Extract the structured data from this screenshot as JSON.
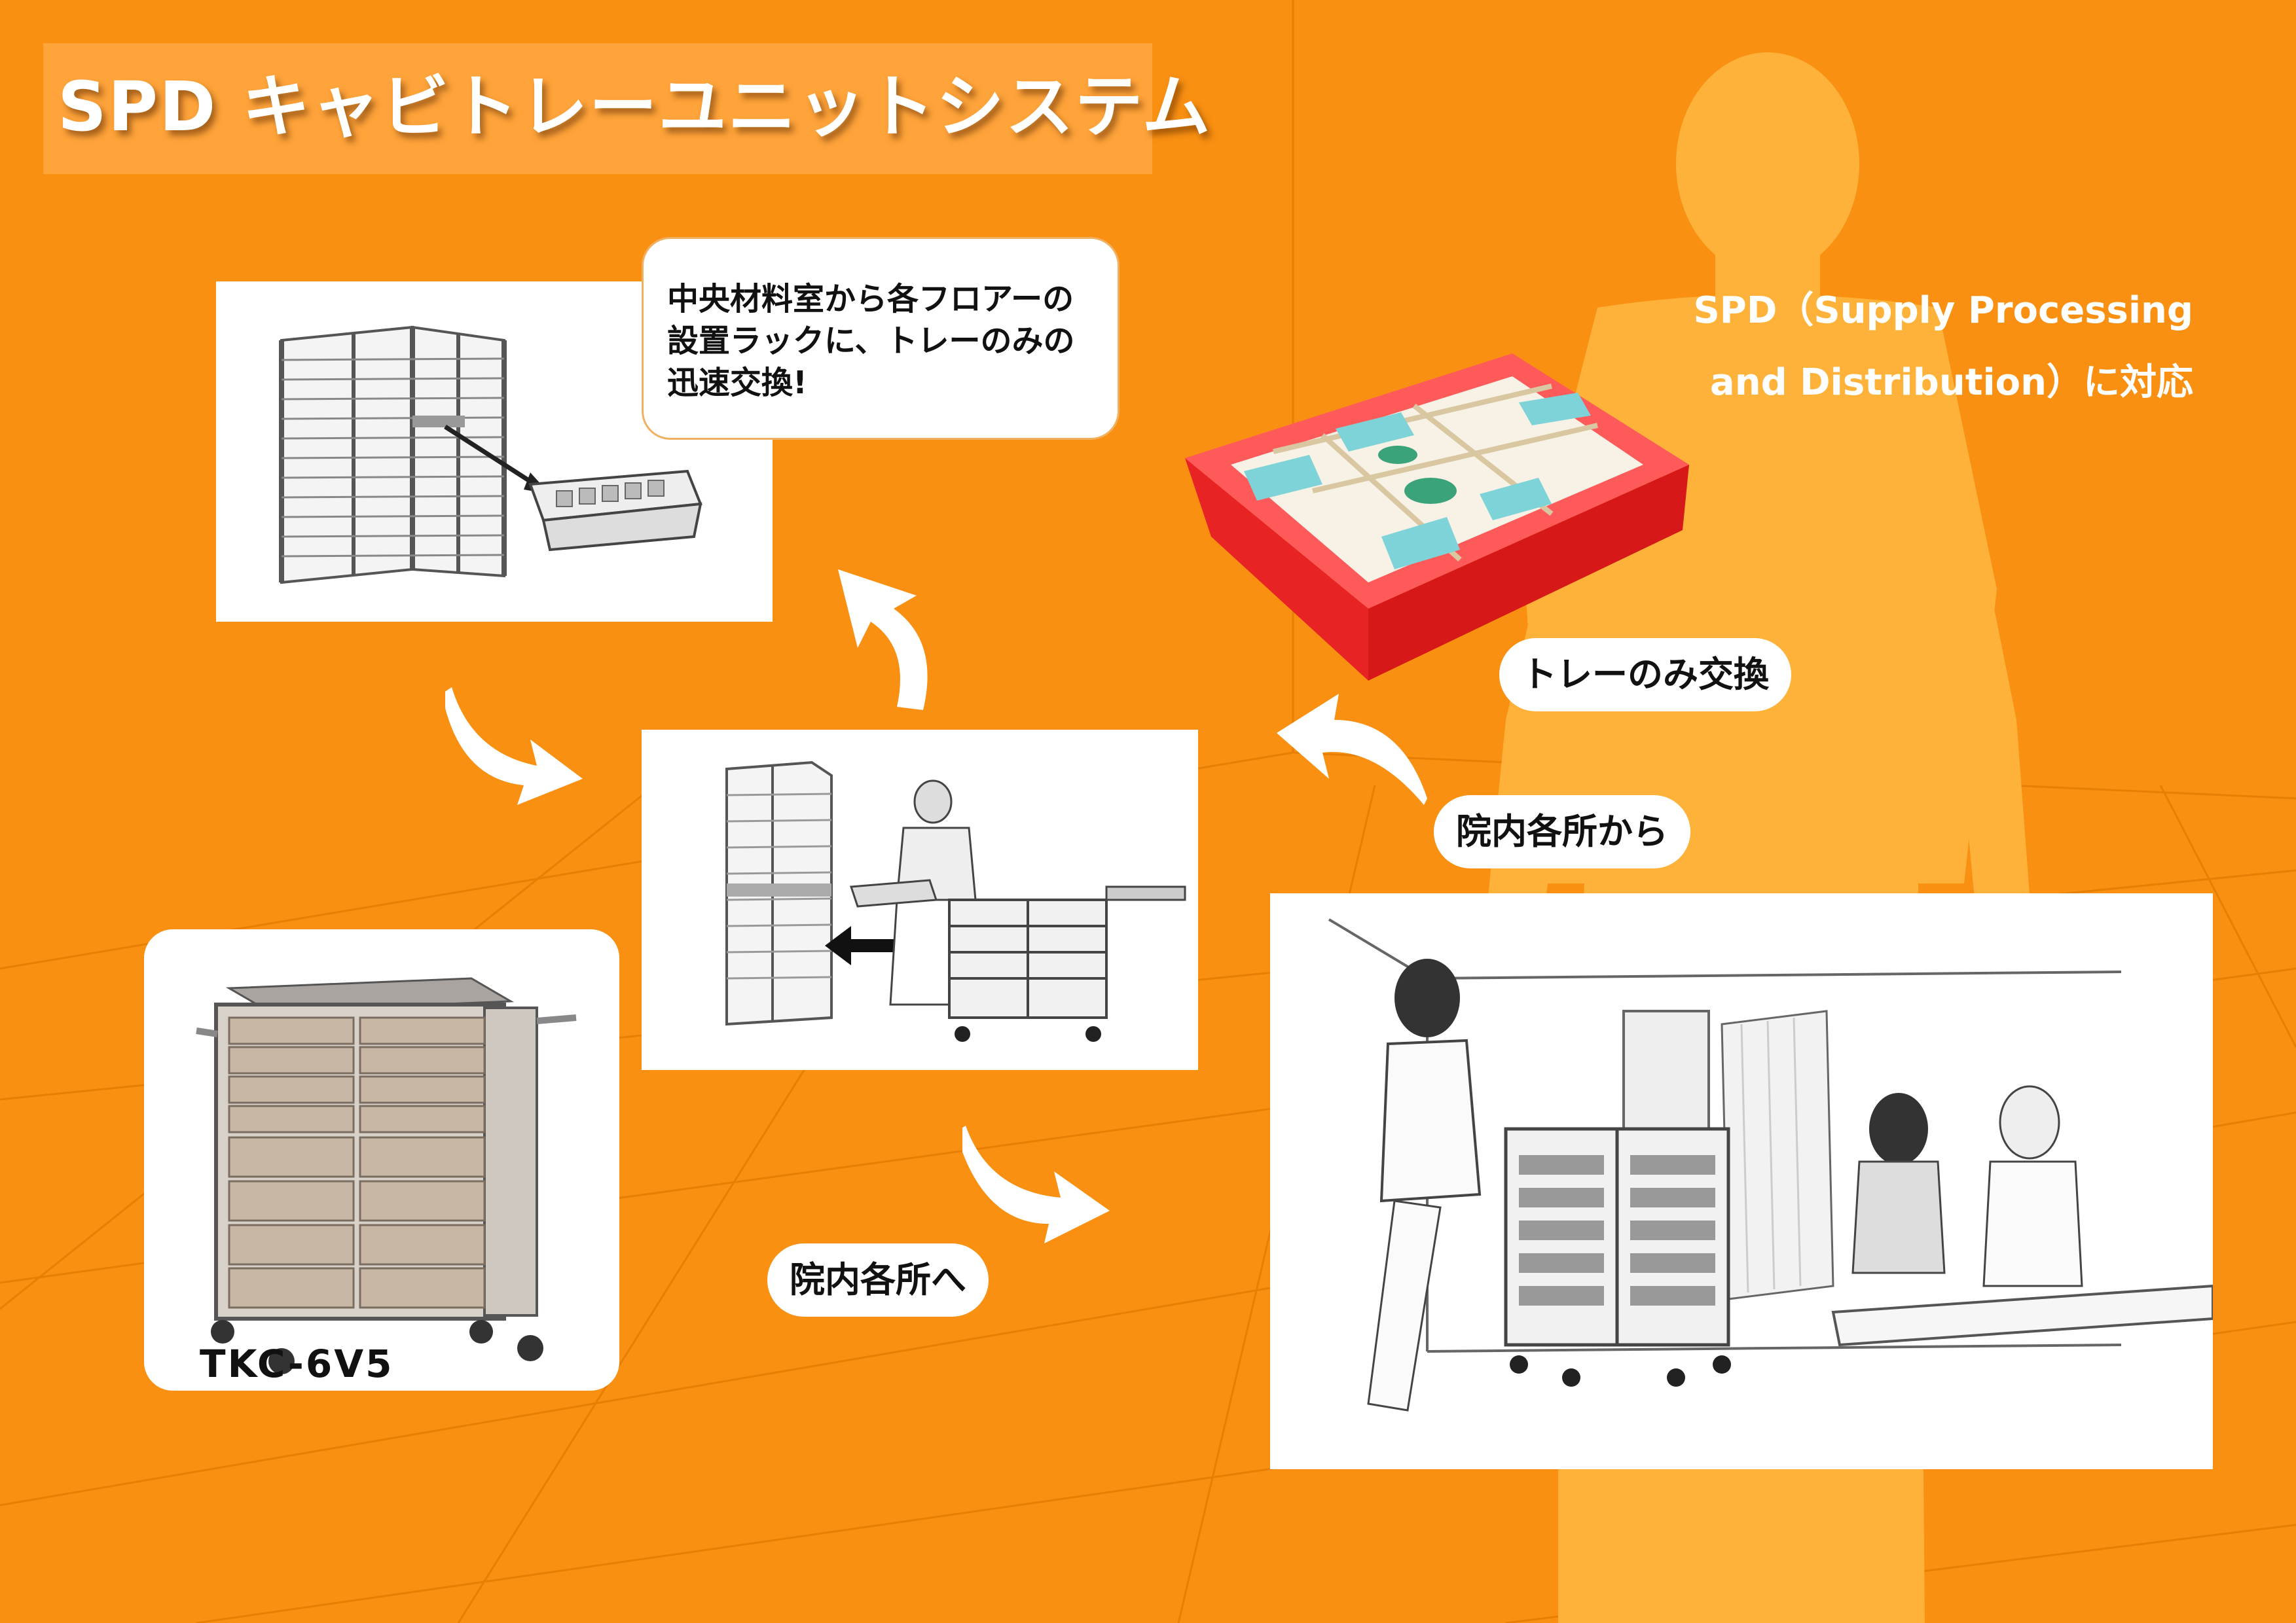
{
  "title": "SPD キャビトレーユニットシステム",
  "spd_note": {
    "line1": "SPD（Supply Processing",
    "line2": "and Distribution）に対応"
  },
  "speech_bubble": {
    "line1": "中央材料室から各フロアーの",
    "line2": "設置ラックに、トレーのみの",
    "line3": "迅速交換!"
  },
  "labels": {
    "tray_exchange": "トレーのみ交換",
    "from_hospital": "院内各所から",
    "to_hospital": "院内各所へ",
    "model": "TKC-6V5"
  },
  "colors": {
    "background": "#f99012",
    "title_bar": "#ffa43a",
    "tray_red": "#ee2b2b",
    "arrow": "#ffffff"
  }
}
